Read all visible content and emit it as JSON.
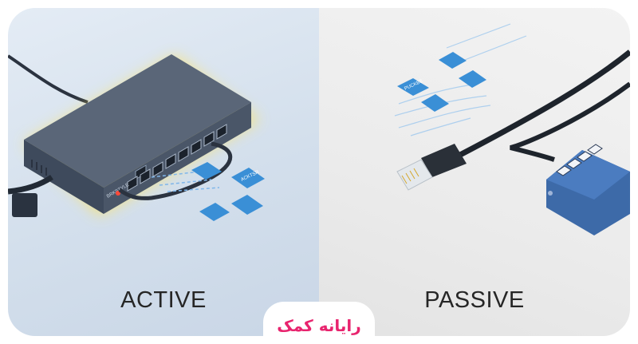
{
  "left_panel": {
    "label": "ACTIVE",
    "switch_brand": "BRKSTYLE",
    "packet_tag": "ACKTSR"
  },
  "right_panel": {
    "label": "PASSIVE",
    "packet_tag": "PUCKBE"
  },
  "brand": {
    "name": "رایانه کمک"
  },
  "colors": {
    "accent": "#e8246e",
    "packet": "#3a8fd6",
    "device": "#4a5668",
    "glow": "#ffe45a"
  }
}
